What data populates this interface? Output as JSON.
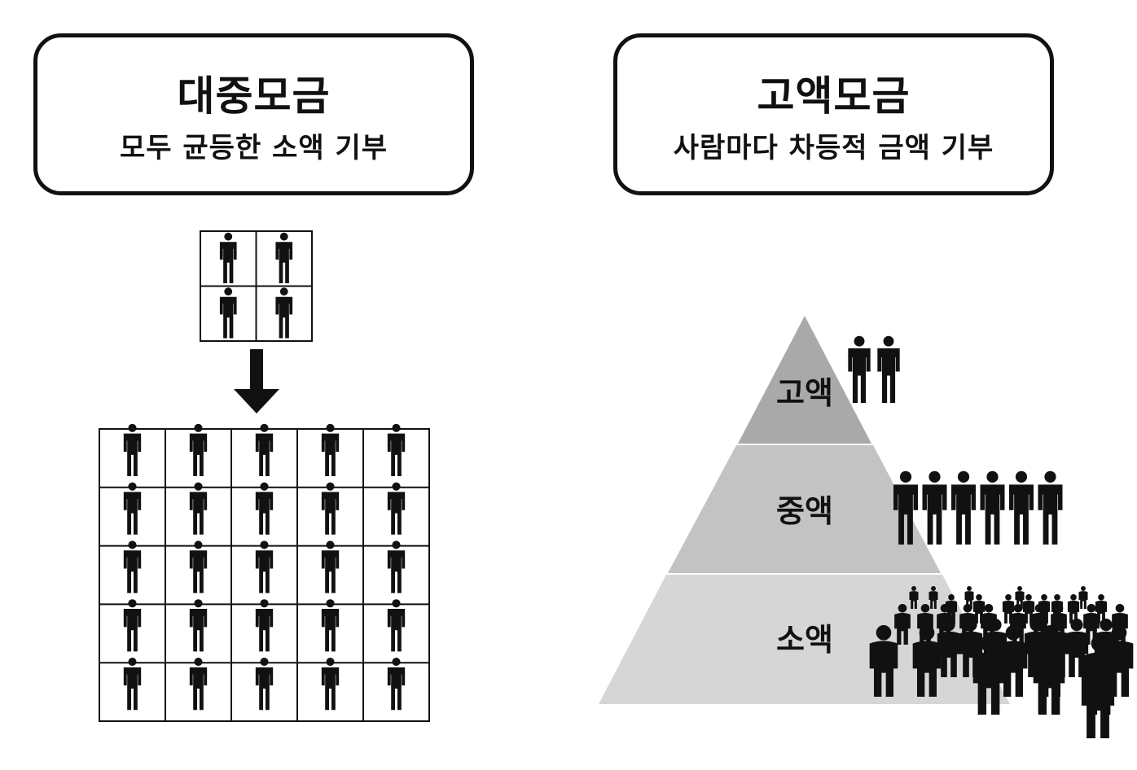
{
  "left_panel": {
    "title": "대중모금",
    "subtitle": "모두 균등한 소액 기부"
  },
  "right_panel": {
    "title": "고액모금",
    "subtitle": "사람마다 차등적 금액 기부"
  },
  "small_grid": {
    "rows": 2,
    "cols": 2
  },
  "large_grid": {
    "rows": 5,
    "cols": 5
  },
  "pyramid": {
    "tiers": [
      {
        "label": "고액",
        "color": "#a9a9a9",
        "people": 2
      },
      {
        "label": "중액",
        "color": "#c3c3c3",
        "people": 6
      },
      {
        "label": "소액",
        "color": "#d6d6d6",
        "people": "crowd"
      }
    ]
  },
  "icons": [
    "person-icon",
    "down-arrow-icon",
    "crowd-icon"
  ]
}
